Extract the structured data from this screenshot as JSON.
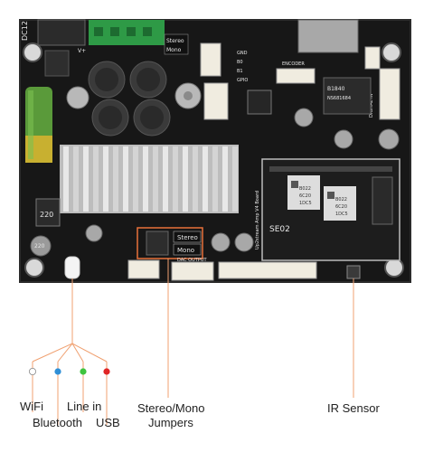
{
  "board": {
    "silkscreen": {
      "top_left_code": "DC12",
      "v_plus": "V+",
      "stereo": "Stereo",
      "mono": "Mono",
      "stereo_jumper": "Stereo",
      "mono_jumper": "Mono",
      "gnd": "GND",
      "b0": "B0",
      "b1": "B1",
      "gpio": "GPIO",
      "encoder": "ENCODER",
      "digital_in": "DIGITAL IN",
      "chip_code": "B1840",
      "chip_part": "NS681684",
      "dac_output": "DAC OUTPUT",
      "board_name": "Up2stream Amp V4 Board",
      "inductor_220": "220",
      "cap_220": "220",
      "module_label": "SE02",
      "module_code_1": "B022",
      "module_code_2": "6C20",
      "module_code_3": "1DC5"
    }
  },
  "callouts": {
    "wifi": {
      "label": "WiFi",
      "dot_color": "#ffffff"
    },
    "bluetooth": {
      "label": "Bluetooth",
      "dot_color": "#2f8fd6"
    },
    "line_in": {
      "label": "Line in",
      "dot_color": "#3ec43e"
    },
    "usb": {
      "label": "USB",
      "dot_color": "#e02525"
    },
    "jumpers_line1": "Stereo/Mono",
    "jumpers_line2": "Jumpers",
    "ir_sensor": "IR Sensor",
    "line_color": "#f0a070",
    "highlight_color": "#e8703a"
  }
}
